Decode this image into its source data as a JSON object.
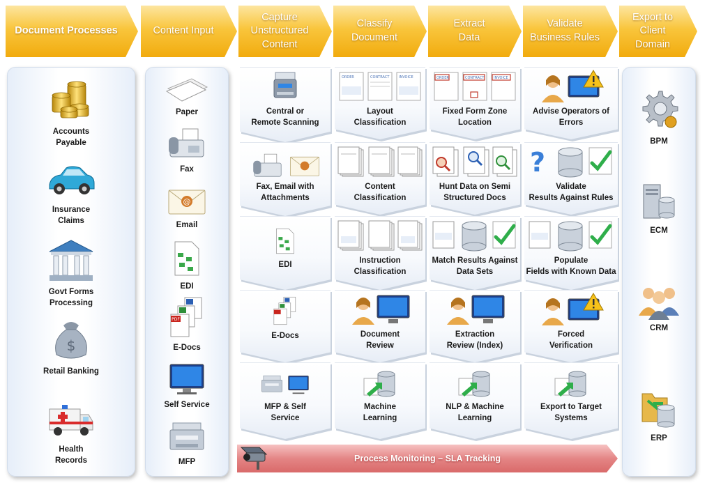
{
  "header": {
    "stages": [
      {
        "label": "Document Processes"
      },
      {
        "label": "Content Input"
      },
      {
        "label": "Capture\nUnstructured\nContent"
      },
      {
        "label": "Classify\nDocument"
      },
      {
        "label": "Extract\nData"
      },
      {
        "label": "Validate\nBusiness Rules"
      },
      {
        "label": "Export to\nClient\nDomain"
      }
    ]
  },
  "document_processes": [
    {
      "label": "Accounts\nPayable",
      "icon": "coins-icon"
    },
    {
      "label": "Insurance\nClaims",
      "icon": "car-icon"
    },
    {
      "label": "Govt Forms\nProcessing",
      "icon": "government-building-icon"
    },
    {
      "label": "Retail Banking",
      "icon": "money-bag-icon"
    },
    {
      "label": "Health\nRecords",
      "icon": "ambulance-icon"
    }
  ],
  "content_input": [
    {
      "label": "Paper",
      "icon": "paper-stack-icon"
    },
    {
      "label": "Fax",
      "icon": "fax-icon"
    },
    {
      "label": "Email",
      "icon": "email-envelope-icon"
    },
    {
      "label": "EDI",
      "icon": "edi-document-icon"
    },
    {
      "label": "E-Docs",
      "icon": "e-docs-icon"
    },
    {
      "label": "Self Service",
      "icon": "monitor-icon"
    },
    {
      "label": "MFP",
      "icon": "mfp-printer-icon"
    }
  ],
  "capture": [
    {
      "label": "Central or\nRemote Scanning",
      "icon": "scanner-icon"
    },
    {
      "label": "Fax, Email with\nAttachments",
      "icon": "fax-email-icon"
    },
    {
      "label": "EDI",
      "icon": "edi-document-icon"
    },
    {
      "label": "E-Docs",
      "icon": "e-docs-icon"
    },
    {
      "label": "MFP & Self\nService",
      "icon": "mfp-monitor-icon"
    }
  ],
  "classify": [
    {
      "label": "Layout\nClassification",
      "icon": "forms-icon",
      "form_labels": [
        "ORDER",
        "CONTRACT",
        "INVOICE"
      ]
    },
    {
      "label": "Content\nClassification",
      "icon": "document-stacks-icon"
    },
    {
      "label": "Instruction\nClassification",
      "icon": "document-stacks-icon"
    },
    {
      "label": "Document\nReview",
      "icon": "operator-monitor-icon"
    },
    {
      "label": "Machine\nLearning",
      "icon": "database-arrow-icon"
    }
  ],
  "extract": [
    {
      "label": "Fixed Form Zone\nLocation",
      "icon": "forms-zone-icon",
      "form_labels": [
        "ORDER",
        "CONTRACT",
        "INVOICE"
      ]
    },
    {
      "label": "Hunt Data on Semi\nStructured Docs",
      "icon": "magnifier-docs-icon"
    },
    {
      "label": "Match Results Against\nData Sets",
      "icon": "database-check-icon"
    },
    {
      "label": "Extraction\nReview (Index)",
      "icon": "operator-monitor-icon"
    },
    {
      "label": "NLP & Machine\nLearning",
      "icon": "database-arrow-icon"
    }
  ],
  "validate": [
    {
      "label": "Advise Operators of\nErrors",
      "icon": "operator-warning-icon"
    },
    {
      "label": "Validate\nResults Against Rules",
      "icon": "question-database-check-icon"
    },
    {
      "label": "Populate\nFields with Known Data",
      "icon": "database-check-icon"
    },
    {
      "label": "Forced\nVerification",
      "icon": "operator-warning-icon"
    },
    {
      "label": "Export to Target\nSystems",
      "icon": "database-arrow-icon"
    }
  ],
  "export": [
    {
      "label": "BPM",
      "icon": "gear-icon"
    },
    {
      "label": "ECM",
      "icon": "server-database-icon"
    },
    {
      "label": "CRM",
      "icon": "people-icon"
    },
    {
      "label": "ERP",
      "icon": "folder-database-icon"
    }
  ],
  "monitoring": {
    "label": "Process Monitoring – SLA Tracking",
    "icon": "camera-icon"
  },
  "colors": {
    "header_gold": "#f9c53c",
    "header_dark_gold": "#f1ab0e",
    "monitor_red": "#e48585",
    "panel_blue": "#e6eef9"
  }
}
